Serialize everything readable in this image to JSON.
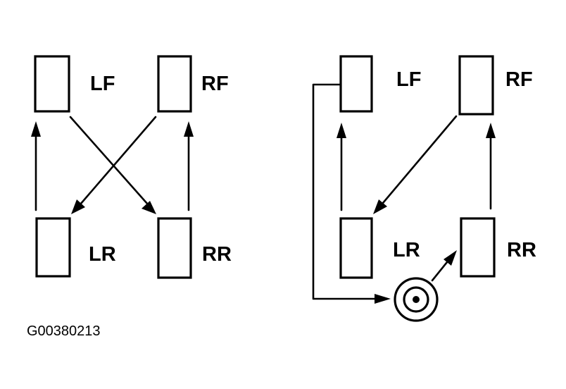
{
  "diagram_id": "G00380213",
  "colors": {
    "ink": "#000000",
    "background": "#ffffff"
  },
  "left_pattern": {
    "tire_labels": {
      "lf": "LF",
      "rf": "RF",
      "lr": "LR",
      "rr": "RR"
    }
  },
  "right_pattern": {
    "tire_labels": {
      "lf": "LF",
      "rf": "RF",
      "lr": "LR",
      "rr": "RR"
    },
    "spare_icon": "spare-tire-icon"
  }
}
